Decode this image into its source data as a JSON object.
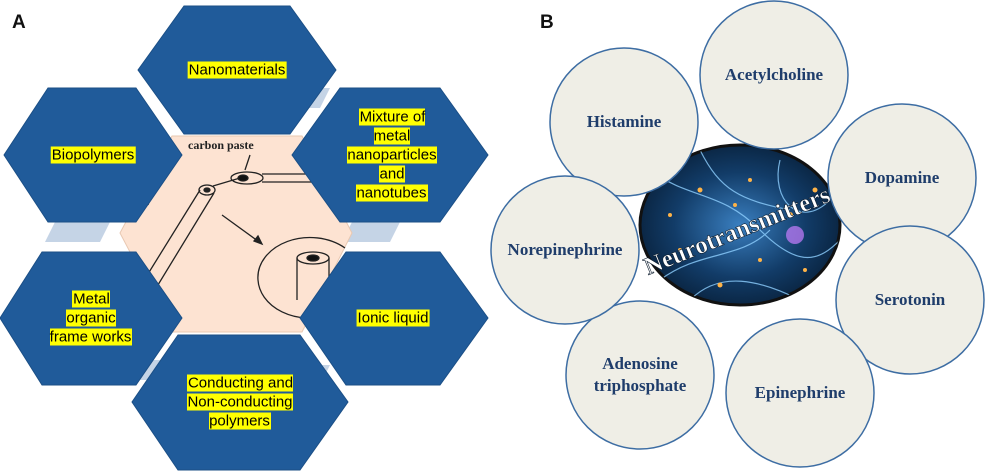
{
  "panel_a": {
    "label": "A",
    "center_caption": "carbon paste",
    "hexagons": [
      {
        "text": "Nanomaterials"
      },
      {
        "text": "Mixture of metal nanoparticles and nanotubes"
      },
      {
        "text": "Ionic liquid"
      },
      {
        "text": "Conducting  and Non-conducting polymers"
      },
      {
        "text": "Metal organic frame works"
      },
      {
        "text": "Biopolymers"
      }
    ],
    "colors": {
      "hex_fill": "#205b9a",
      "hex_stroke": "#1b4f86",
      "center_fill": "#fde3d2",
      "highlight": "#ffff00",
      "connector": "#c5d4e6"
    }
  },
  "panel_b": {
    "label": "B",
    "center_text": "Neurotransmitters",
    "circles": [
      {
        "text": "Histamine"
      },
      {
        "text": "Acetylcholine"
      },
      {
        "text": "Dopamine"
      },
      {
        "text": "Serotonin"
      },
      {
        "text": "Epinephrine"
      },
      {
        "text": "Adenosine triphosphate"
      },
      {
        "text": "Norepinephrine"
      }
    ],
    "colors": {
      "circle_fill": "#efeee6",
      "circle_stroke": "#3d6da3",
      "text": "#1f3d6b",
      "center_bg": "#0b2440"
    }
  }
}
